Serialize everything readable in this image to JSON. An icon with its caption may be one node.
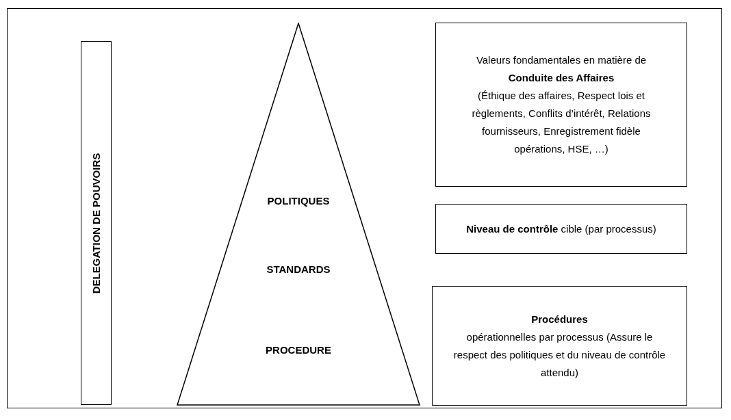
{
  "diagram": {
    "nodes": [
      {
        "text": [
          "DELEGATION DE POUVOIRS"
        ]
      },
      {
        "text": [
          "POLITIQUES",
          "STANDARDS",
          "PROCEDURE"
        ]
      },
      {
        "text": [
          "Valeurs fondamentales en matière de **Conduite des Affaires** (Éthique des affaires, Respect lois et règlements, Conflits d’intérêt, Relations fournisseurs, Enregistrement fidèle opérations, HSE, …)"
        ]
      },
      {
        "text": [
          "**Niveau de contrôle** cible (par processus)"
        ]
      },
      {
        "text": [
          "**Procédures** opérationnelles par processus (Assure le respect des politiques et du niveau de contrôle attendu)"
        ]
      }
    ]
  }
}
